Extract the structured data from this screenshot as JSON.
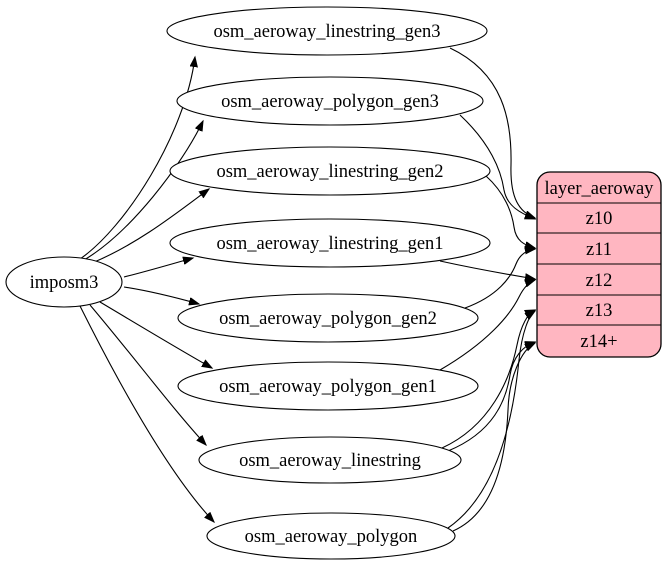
{
  "diagram": {
    "source": {
      "label": "imposm3"
    },
    "tables": [
      {
        "label": "osm_aeroway_linestring_gen3"
      },
      {
        "label": "osm_aeroway_polygon_gen3"
      },
      {
        "label": "osm_aeroway_linestring_gen2"
      },
      {
        "label": "osm_aeroway_linestring_gen1"
      },
      {
        "label": "osm_aeroway_polygon_gen2"
      },
      {
        "label": "osm_aeroway_polygon_gen1"
      },
      {
        "label": "osm_aeroway_linestring"
      },
      {
        "label": "osm_aeroway_polygon"
      }
    ],
    "layer": {
      "title": "layer_aeroway",
      "rows": [
        "z10",
        "z11",
        "z12",
        "z13",
        "z14+"
      ]
    },
    "colors": {
      "layer_fill": "#ffb6c1",
      "table_fill": "#ffffff",
      "stroke": "#000000",
      "background": "#ffffff"
    },
    "edges": {
      "from_source": [
        "osm_aeroway_linestring_gen3",
        "osm_aeroway_polygon_gen3",
        "osm_aeroway_linestring_gen2",
        "osm_aeroway_linestring_gen1",
        "osm_aeroway_polygon_gen2",
        "osm_aeroway_polygon_gen1",
        "osm_aeroway_linestring",
        "osm_aeroway_polygon"
      ],
      "to_layer": [
        {
          "from": "osm_aeroway_linestring_gen3",
          "to": "z10"
        },
        {
          "from": "osm_aeroway_polygon_gen3",
          "to": "z10"
        },
        {
          "from": "osm_aeroway_linestring_gen2",
          "to": "z11"
        },
        {
          "from": "osm_aeroway_polygon_gen2",
          "to": "z11"
        },
        {
          "from": "osm_aeroway_linestring_gen1",
          "to": "z12"
        },
        {
          "from": "osm_aeroway_polygon_gen1",
          "to": "z12"
        },
        {
          "from": "osm_aeroway_linestring",
          "to": "z13"
        },
        {
          "from": "osm_aeroway_polygon",
          "to": "z13"
        },
        {
          "from": "osm_aeroway_linestring",
          "to": "z14+"
        },
        {
          "from": "osm_aeroway_polygon",
          "to": "z14+"
        }
      ]
    }
  }
}
